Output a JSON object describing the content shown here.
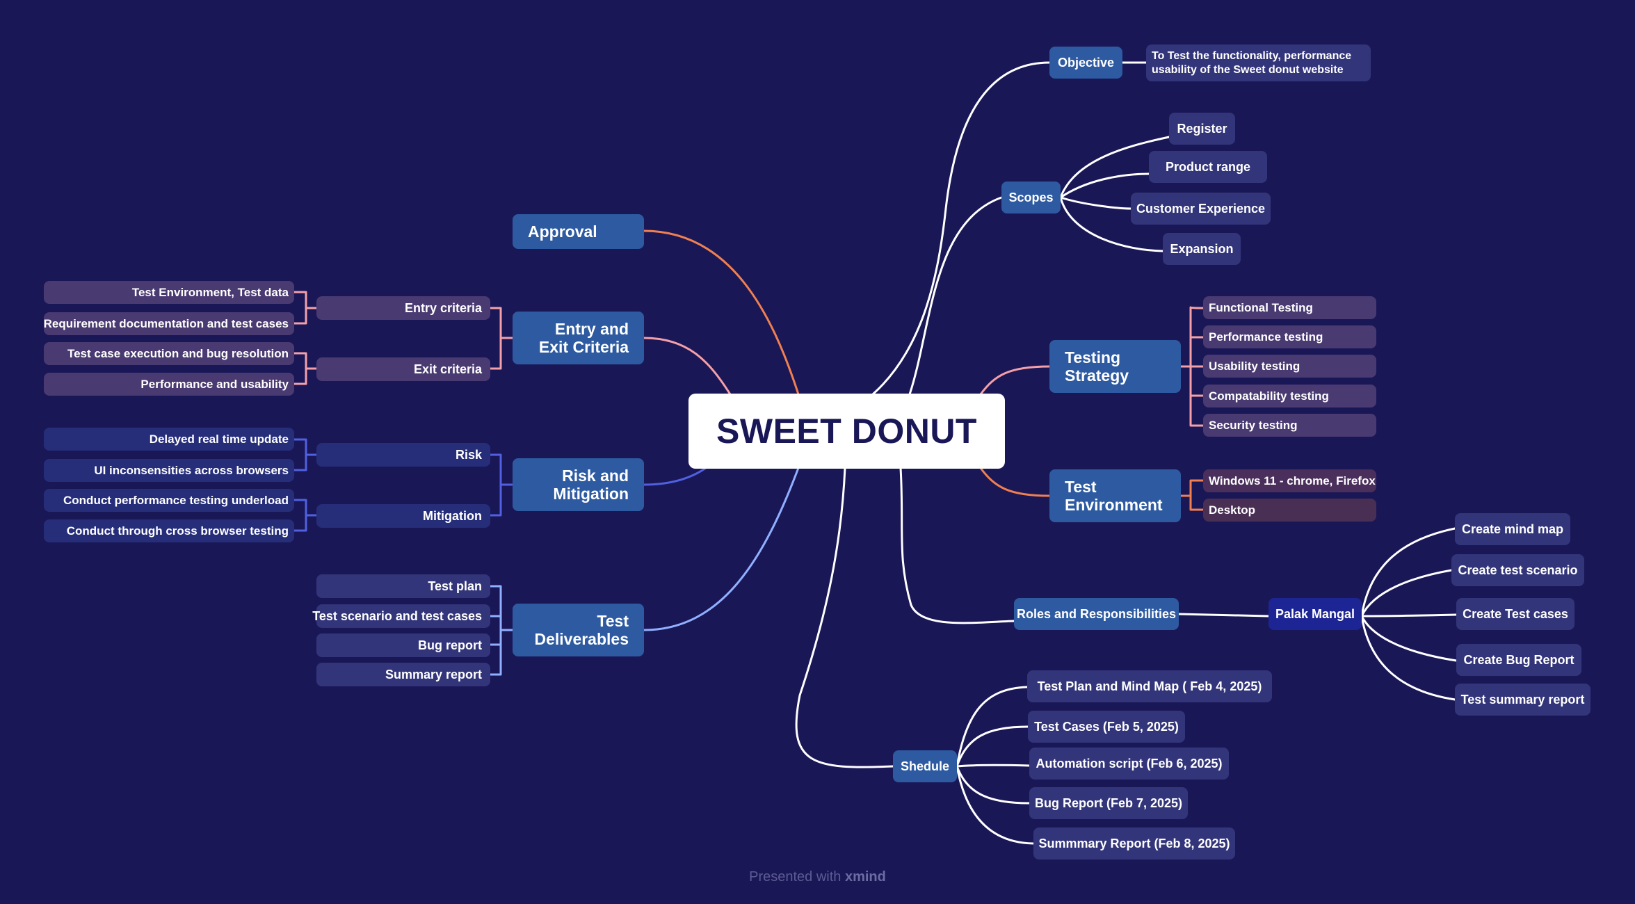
{
  "central": "SWEET DONUT",
  "colors": {
    "background": "#1a1757",
    "main_node": "#2d5aa0",
    "link_orange": "#f08050",
    "link_pink": "#f4a0a8",
    "link_blue": "#5060e0",
    "link_lightblue": "#90b0ff",
    "link_white": "#ffffff"
  },
  "right": {
    "objective": {
      "label": "Objective",
      "detail_line1": "To Test the functionality, performance",
      "detail_line2": "usability of the Sweet donut website"
    },
    "scopes": {
      "label": "Scopes",
      "items": [
        "Register",
        "Product range",
        "Customer Experience",
        "Expansion"
      ]
    },
    "testing_strategy": {
      "label_line1": "Testing",
      "label_line2": "Strategy",
      "items": [
        "Functional Testing",
        "Performance testing",
        "Usability testing",
        "Compatability testing",
        "Security testing"
      ]
    },
    "test_environment": {
      "label_line1": "Test",
      "label_line2": "Environment",
      "items": [
        "Windows 11 - chrome, Firefox",
        "Desktop"
      ]
    },
    "roles": {
      "label": "Roles and Responsibilities",
      "person": "Palak Mangal",
      "tasks": [
        "Create mind map",
        "Create test scenario",
        "Create Test cases",
        "Create Bug Report",
        "Test summary report"
      ]
    },
    "schedule": {
      "label": "Shedule",
      "items": [
        "Test Plan and Mind Map ( Feb 4, 2025)",
        "Test Cases (Feb 5, 2025)",
        "Automation script (Feb 6, 2025)",
        "Bug Report (Feb 7, 2025)",
        "Summmary Report (Feb 8, 2025)"
      ]
    }
  },
  "left": {
    "approval": {
      "label": "Approval"
    },
    "entry_exit": {
      "label_line1": "Entry and",
      "label_line2": "Exit Criteria",
      "entry": {
        "label": "Entry criteria",
        "items": [
          "Test Environment, Test data",
          "Requirement documentation and test cases"
        ]
      },
      "exit": {
        "label": "Exit criteria",
        "items": [
          "Test case execution  and bug resolution",
          "Performance and usability"
        ]
      }
    },
    "risk_mitigation": {
      "label_line1": "Risk and",
      "label_line2": "Mitigation",
      "risk": {
        "label": "Risk",
        "items": [
          "Delayed real time update",
          "UI inconsensities across browsers"
        ]
      },
      "mitigation": {
        "label": "Mitigation",
        "items": [
          "Conduct performance testing underload",
          "Conduct through cross browser testing"
        ]
      }
    },
    "deliverables": {
      "label_line1": "Test",
      "label_line2": "Deliverables",
      "items": [
        "Test plan",
        "Test scenario and test cases",
        "Bug report",
        "Summary report"
      ]
    }
  },
  "footer": {
    "prefix": "Presented with",
    "brand": "xmind"
  }
}
